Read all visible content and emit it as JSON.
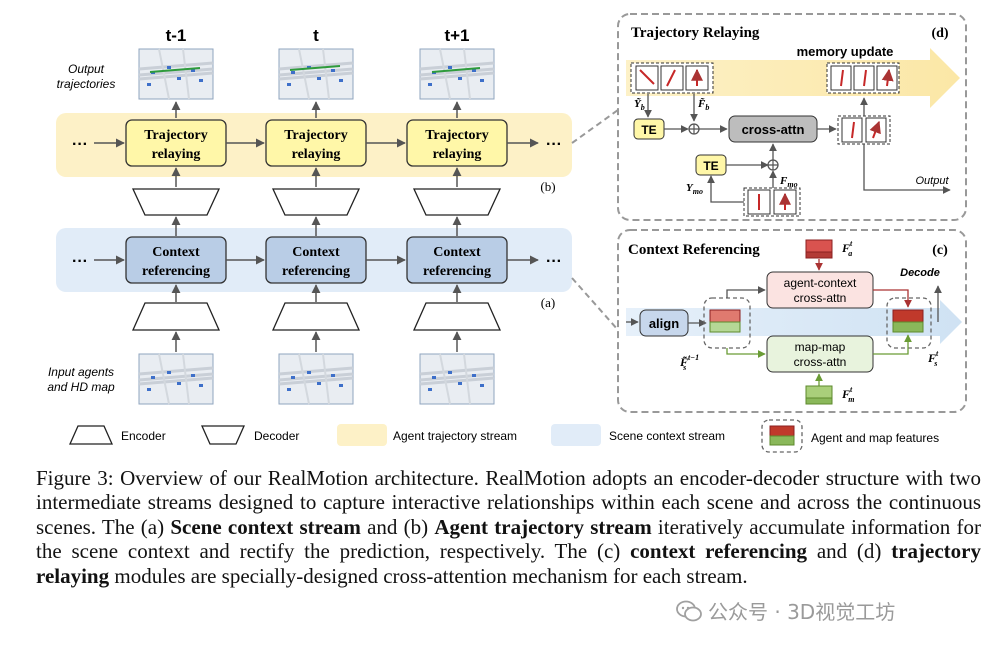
{
  "left_panel": {
    "time_labels": [
      "t-1",
      "t",
      "t+1"
    ],
    "output_label_line1": "Output",
    "output_label_line2": "trajectories",
    "input_label_line1": "Input agents",
    "input_label_line2": "and HD map",
    "relay_line1": "Trajectory",
    "relay_line2": "relaying",
    "context_line1": "Context",
    "context_line2": "referencing",
    "ellipsis": "···",
    "stream_b_label": "(b)",
    "stream_a_label": "(a)"
  },
  "panel_d": {
    "title": "Trajectory Relaying",
    "tag": "(d)",
    "memory_update": "memory update",
    "te": "TE",
    "cross_attn": "cross-attn",
    "output": "Output",
    "y_b": "Ỹ",
    "y_b_sub": "b",
    "f_b": "F̃",
    "f_b_sub": "b",
    "y_mo": "Y",
    "y_mo_sub": "mo",
    "f_mo": "F",
    "f_mo_sub": "mo"
  },
  "panel_c": {
    "title": "Context Referencing",
    "tag": "(c)",
    "decode": "Decode",
    "align": "align",
    "agent_context_line1": "agent-context",
    "agent_context_line2": "cross-attn",
    "map_map_line1": "map-map",
    "map_map_line2": "cross-attn",
    "f_a": "F",
    "f_a_sup": "t",
    "f_a_sub": "a",
    "f_s": "F",
    "f_s_sup": "t",
    "f_s_sub": "s",
    "f_m": "F",
    "f_m_sup": "t",
    "f_m_sub": "m",
    "f_s_prev": "F̃",
    "f_s_prev_sup": "t−1",
    "f_s_prev_sub": "s"
  },
  "legend": {
    "encoder": "Encoder",
    "decoder": "Decoder",
    "agent_stream": "Agent trajectory stream",
    "scene_stream": "Scene context stream",
    "features": "Agent and map features"
  },
  "caption": {
    "p1": "Figure 3: Overview of our RealMotion architecture. RealMotion adopts an encoder-decoder structure with two intermediate streams designed to capture interactive relationships within each scene and across the continuous scenes. The (a) ",
    "b1": "Scene context stream",
    "p2": " and (b) ",
    "b2": "Agent trajectory stream",
    "p3": " iteratively accumulate information for the scene context and rectify the prediction, respectively. The (c) ",
    "b3": "context referencing",
    "p4": " and (d) ",
    "b4": "trajectory relaying",
    "p5": " modules are specially-designed cross-attention mechanism for each stream."
  },
  "watermark": "公众号 · 3D视觉工坊",
  "colors": {
    "agent_stream": "#fdf1c7",
    "scene_stream": "#e1ecf8",
    "relay_box": "#fff7a8",
    "context_box": "#b9cde6",
    "gray_box": "#c8c8c8",
    "red_feature": "#d9534f",
    "green_feature": "#a9cf7a"
  }
}
